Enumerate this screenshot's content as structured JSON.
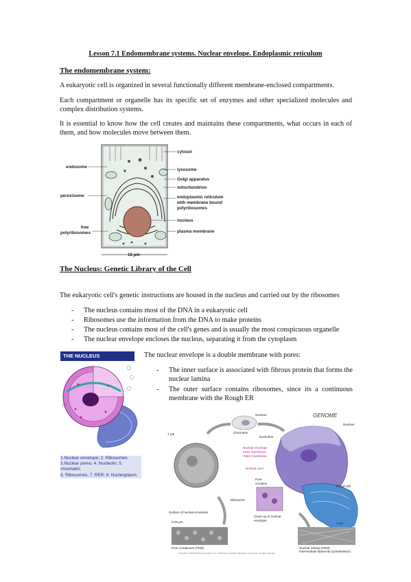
{
  "title": "Lesson 7.1 Endomembrane systems. Nuclear envelope. Endoplasmic reticulum",
  "section1": {
    "heading": "The endomembrane system:",
    "p1": "A eukaryotic cell is organized in several functionally different membrane-enclosed compartments.",
    "p2": "Each compartment or organelle has its specific set of enzymes and other specialized molecules and complex distribution systems.",
    "p3": "It is essential to know how the cell creates and maintains these compartments, what occurs in each of them, and how molecules move between them."
  },
  "cell_figure": {
    "left_labels": [
      "endosome",
      "peroxisome",
      "free polyribosomes"
    ],
    "right_labels": [
      "cytosol",
      "lysosome",
      "Golgi apparatus",
      "mitochondrion",
      "endoplasmic reticulum with membrane bound polyribosomes",
      "nucleus",
      "plasma membrane"
    ],
    "scale": "15 μm"
  },
  "section2": {
    "heading": "The Nucleus: Genetic Library of the Cell",
    "intro": "The eukaryotic cell's genetic instructions are housed in the nucleus and carried out by the ribosomes",
    "bullets": [
      "The nucleus contains most of the DNA in a eukaryotic cell",
      "Ribosomes use the information from the DNA to make proteins",
      "The nucleus contains most of the cell's genes and is usually the most conspicuous organelle",
      "The nuclear envelope encloses the nucleus, separating it from the cytoplasm"
    ],
    "envelope_intro": "The nuclear envelope is a double membrane with pores:",
    "envelope_bullets": [
      "The inner surface is associated with fibrous protein that forms the nuclear lamina",
      "The outer surface contains ribosomes, since its a continuous membrane with the Rough ER"
    ]
  },
  "nucleus_figure": {
    "banner": "THE NUCLEUS",
    "caption_lines": [
      "1.Nuclear envelope; 2. Ribosomes",
      "3.Nuclear pores; 4. Nucleolis; 5. chromatin;",
      "6. Ribosomes; 7. RER; 8. Nucleoplasm."
    ]
  },
  "genome_figure": {
    "title": "GENOME",
    "labels": {
      "nucleus_top": "Nucleus",
      "nucleus_right": "Nucleus",
      "nucleolus": "Nucleolus",
      "chromatin": "Chromatin",
      "nuclear_envelope": "Nuclear envelope",
      "inner_membrane": "Inner membrane",
      "outer_membrane": "Outer membrane",
      "nuclear_pore": "Nuclear pore",
      "pore_complex": "Pore complex",
      "ribosome": "Ribosome",
      "rough_er": "Rough ER",
      "scale_1um_a": "1 μm",
      "scale_1um_b": "1 μm",
      "scale_025um": "0.25 μm",
      "surface_caption": "Surface of nuclear envelope",
      "closeup_caption": "Close-up of nuclear envelope",
      "pore_complexes": "Pore complexes (TEM)",
      "lamina_line1": "Nuclear lamina (TEM)",
      "lamina_line2": "Intermediate filaments (cytoskeleton)",
      "copyright": "Copyright © 2005 Pearson Education, Inc. Publishing as Pearson Benjamin Cummings. All rights reserved."
    }
  }
}
